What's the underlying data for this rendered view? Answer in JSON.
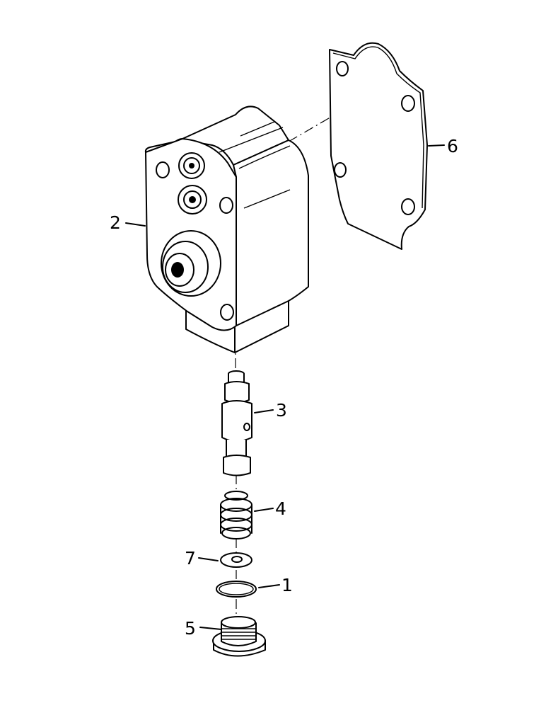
{
  "diagram": {
    "callouts": [
      {
        "id": "label-1",
        "text": "1"
      },
      {
        "id": "label-2",
        "text": "2"
      },
      {
        "id": "label-3",
        "text": "3"
      },
      {
        "id": "label-4",
        "text": "4"
      },
      {
        "id": "label-5",
        "text": "5"
      },
      {
        "id": "label-6",
        "text": "6"
      },
      {
        "id": "label-7",
        "text": "7"
      }
    ],
    "colors": {
      "line": "#000000",
      "background": "#ffffff"
    }
  }
}
